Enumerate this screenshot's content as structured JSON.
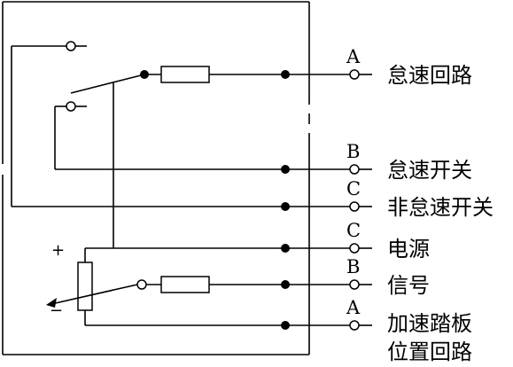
{
  "terminals": [
    {
      "pin": "A",
      "label": "怠速回路"
    },
    {
      "pin": "B",
      "label": "怠速开关"
    },
    {
      "pin": "C",
      "label": "非怠速开关"
    },
    {
      "pin": "C",
      "label": "电源"
    },
    {
      "pin": "B",
      "label": "信号"
    },
    {
      "pin": "A",
      "label": "加速踏板",
      "label2": "位置回路"
    }
  ],
  "potentiometer": {
    "plus": "+",
    "minus": "−"
  }
}
